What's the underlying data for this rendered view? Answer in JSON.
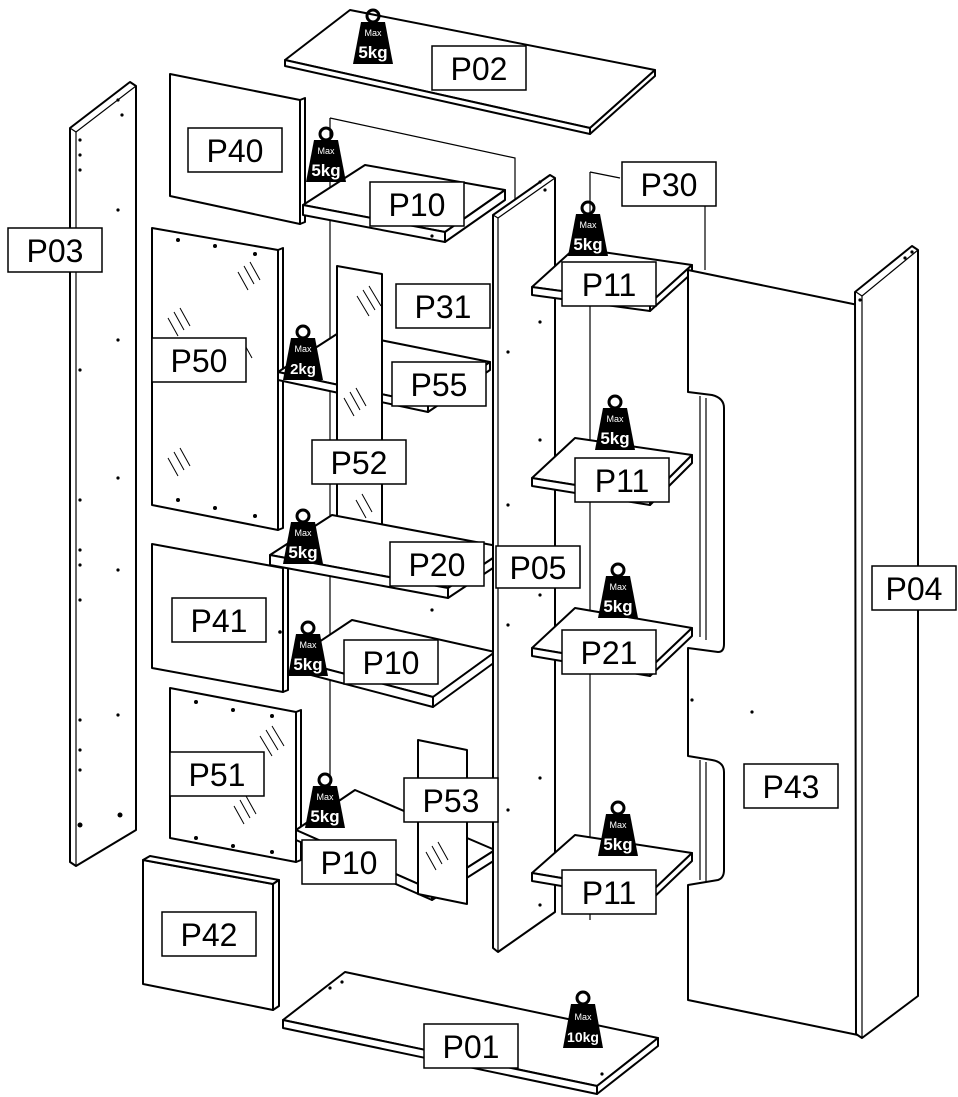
{
  "labels": {
    "P01": "P01",
    "P02": "P02",
    "P03": "P03",
    "P04": "P04",
    "P05": "P05",
    "P10a": "P10",
    "P10b": "P10",
    "P10c": "P10",
    "P11a": "P11",
    "P11b": "P11",
    "P11c": "P11",
    "P20": "P20",
    "P21": "P21",
    "P30": "P30",
    "P31": "P31",
    "P40": "P40",
    "P41": "P41",
    "P42": "P42",
    "P43": "P43",
    "P50": "P50",
    "P51": "P51",
    "P52": "P52",
    "P53": "P53",
    "P55": "P55"
  },
  "weights": {
    "max_text": "Max",
    "w1": "5kg",
    "w2": "5kg",
    "w3": "5kg",
    "w4": "2kg",
    "w5": "5kg",
    "w6": "5kg",
    "w7": "5kg",
    "w8": "5kg",
    "w9": "5kg",
    "w10": "10kg"
  },
  "icons": [
    "weight-icon"
  ]
}
